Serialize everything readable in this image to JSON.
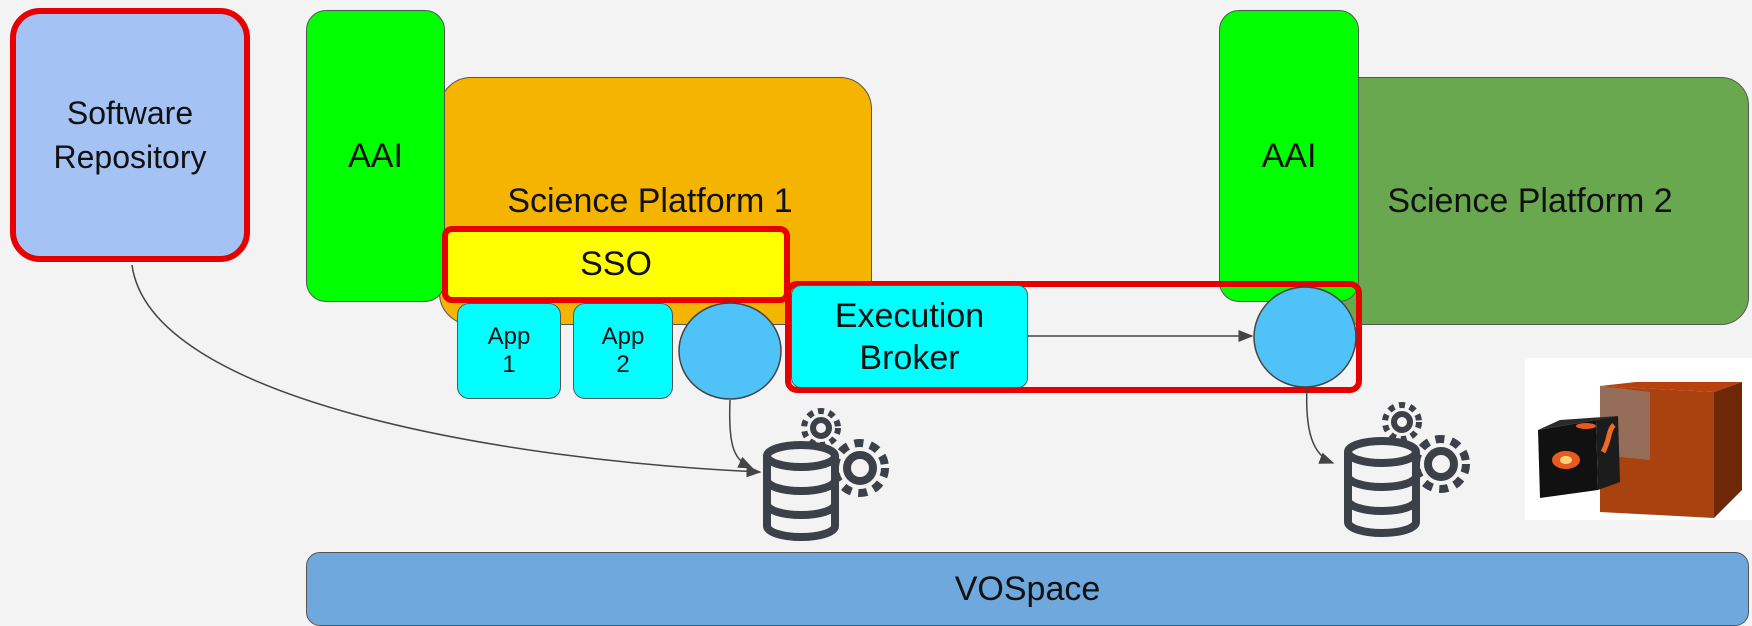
{
  "software_repository": {
    "label": "Software\nRepository"
  },
  "platform1": {
    "title": "Science Platform 1",
    "aai": "AAI",
    "sso": "SSO",
    "app1": "App\n1",
    "app2": "App\n2"
  },
  "platform2": {
    "title": "Science Platform 2",
    "aai": "AAI"
  },
  "execution_broker": {
    "label": "Execution\nBroker"
  },
  "vospace": {
    "label": "VOSpace"
  },
  "colors": {
    "software_repository": "#a4c2f4",
    "aai": "#00ff00",
    "platform1": "#f4b400",
    "platform2": "#6aa84f",
    "sso": "#ffff00",
    "app": "#00ffff",
    "node": "#4fc3f7",
    "vospace": "#6fa8dc",
    "highlight": "#e60000",
    "icon": "#3c4048"
  }
}
